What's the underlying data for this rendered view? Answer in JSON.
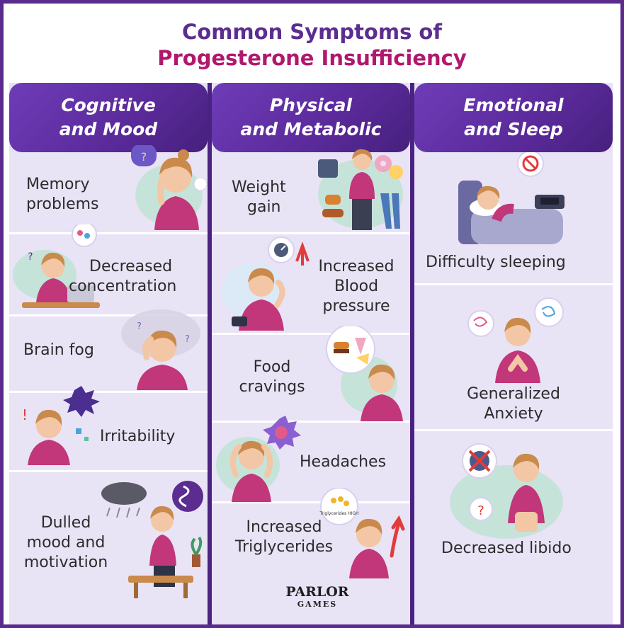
{
  "title": {
    "line1": "Common Symptoms of",
    "line2": "Progesterone Insufficiency"
  },
  "columns": [
    {
      "heading": [
        "Cognitive",
        "and Mood"
      ],
      "items": [
        {
          "label": [
            "Memory",
            "problems"
          ]
        },
        {
          "label": [
            "Decreased",
            "concentration"
          ]
        },
        {
          "label": [
            "Brain fog"
          ]
        },
        {
          "label": [
            "Irritability"
          ]
        },
        {
          "label": [
            "Dulled",
            "mood and",
            "motivation"
          ]
        }
      ]
    },
    {
      "heading": [
        "Physical",
        "and Metabolic"
      ],
      "items": [
        {
          "label": [
            "Weight",
            "gain"
          ]
        },
        {
          "label": [
            "Increased",
            "Blood",
            "pressure"
          ]
        },
        {
          "label": [
            "Food",
            "cravings"
          ]
        },
        {
          "label": [
            "Headaches"
          ]
        },
        {
          "label": [
            "Increased",
            "Triglycerides"
          ]
        }
      ]
    },
    {
      "heading": [
        "Emotional",
        "and Sleep"
      ],
      "items": [
        {
          "label": [
            "Difficulty sleeping"
          ]
        },
        {
          "label": [
            "Generalized",
            "Anxiety"
          ]
        },
        {
          "label": [
            "Decreased libido"
          ]
        }
      ]
    }
  ],
  "illustration_note_text": "Triglycerides HIGH",
  "logo": {
    "line1": "PARLOR",
    "line2": "GAMES"
  },
  "colors": {
    "title_purple": "#5c2d91",
    "title_magenta": "#b0186e",
    "header_purple": "#5a2a9a",
    "cell_lavender": "#e9e3f6",
    "border_dark_purple": "#4a2382",
    "shirt_pink": "#c2367a",
    "hair_brown": "#c98a4b"
  },
  "icons": [
    "question-key-icon",
    "thought-scribble-icon",
    "storm-cloud-icon",
    "rain-cloud-icon",
    "scale-icon",
    "donut-icon",
    "burger-icon",
    "gauge-icon",
    "arrow-up-icon",
    "ice-cream-icon",
    "brain-lightning-icon",
    "molecule-icon",
    "no-sleep-icon",
    "alarm-clock-icon",
    "no-intimacy-icon",
    "question-mark-icon"
  ]
}
